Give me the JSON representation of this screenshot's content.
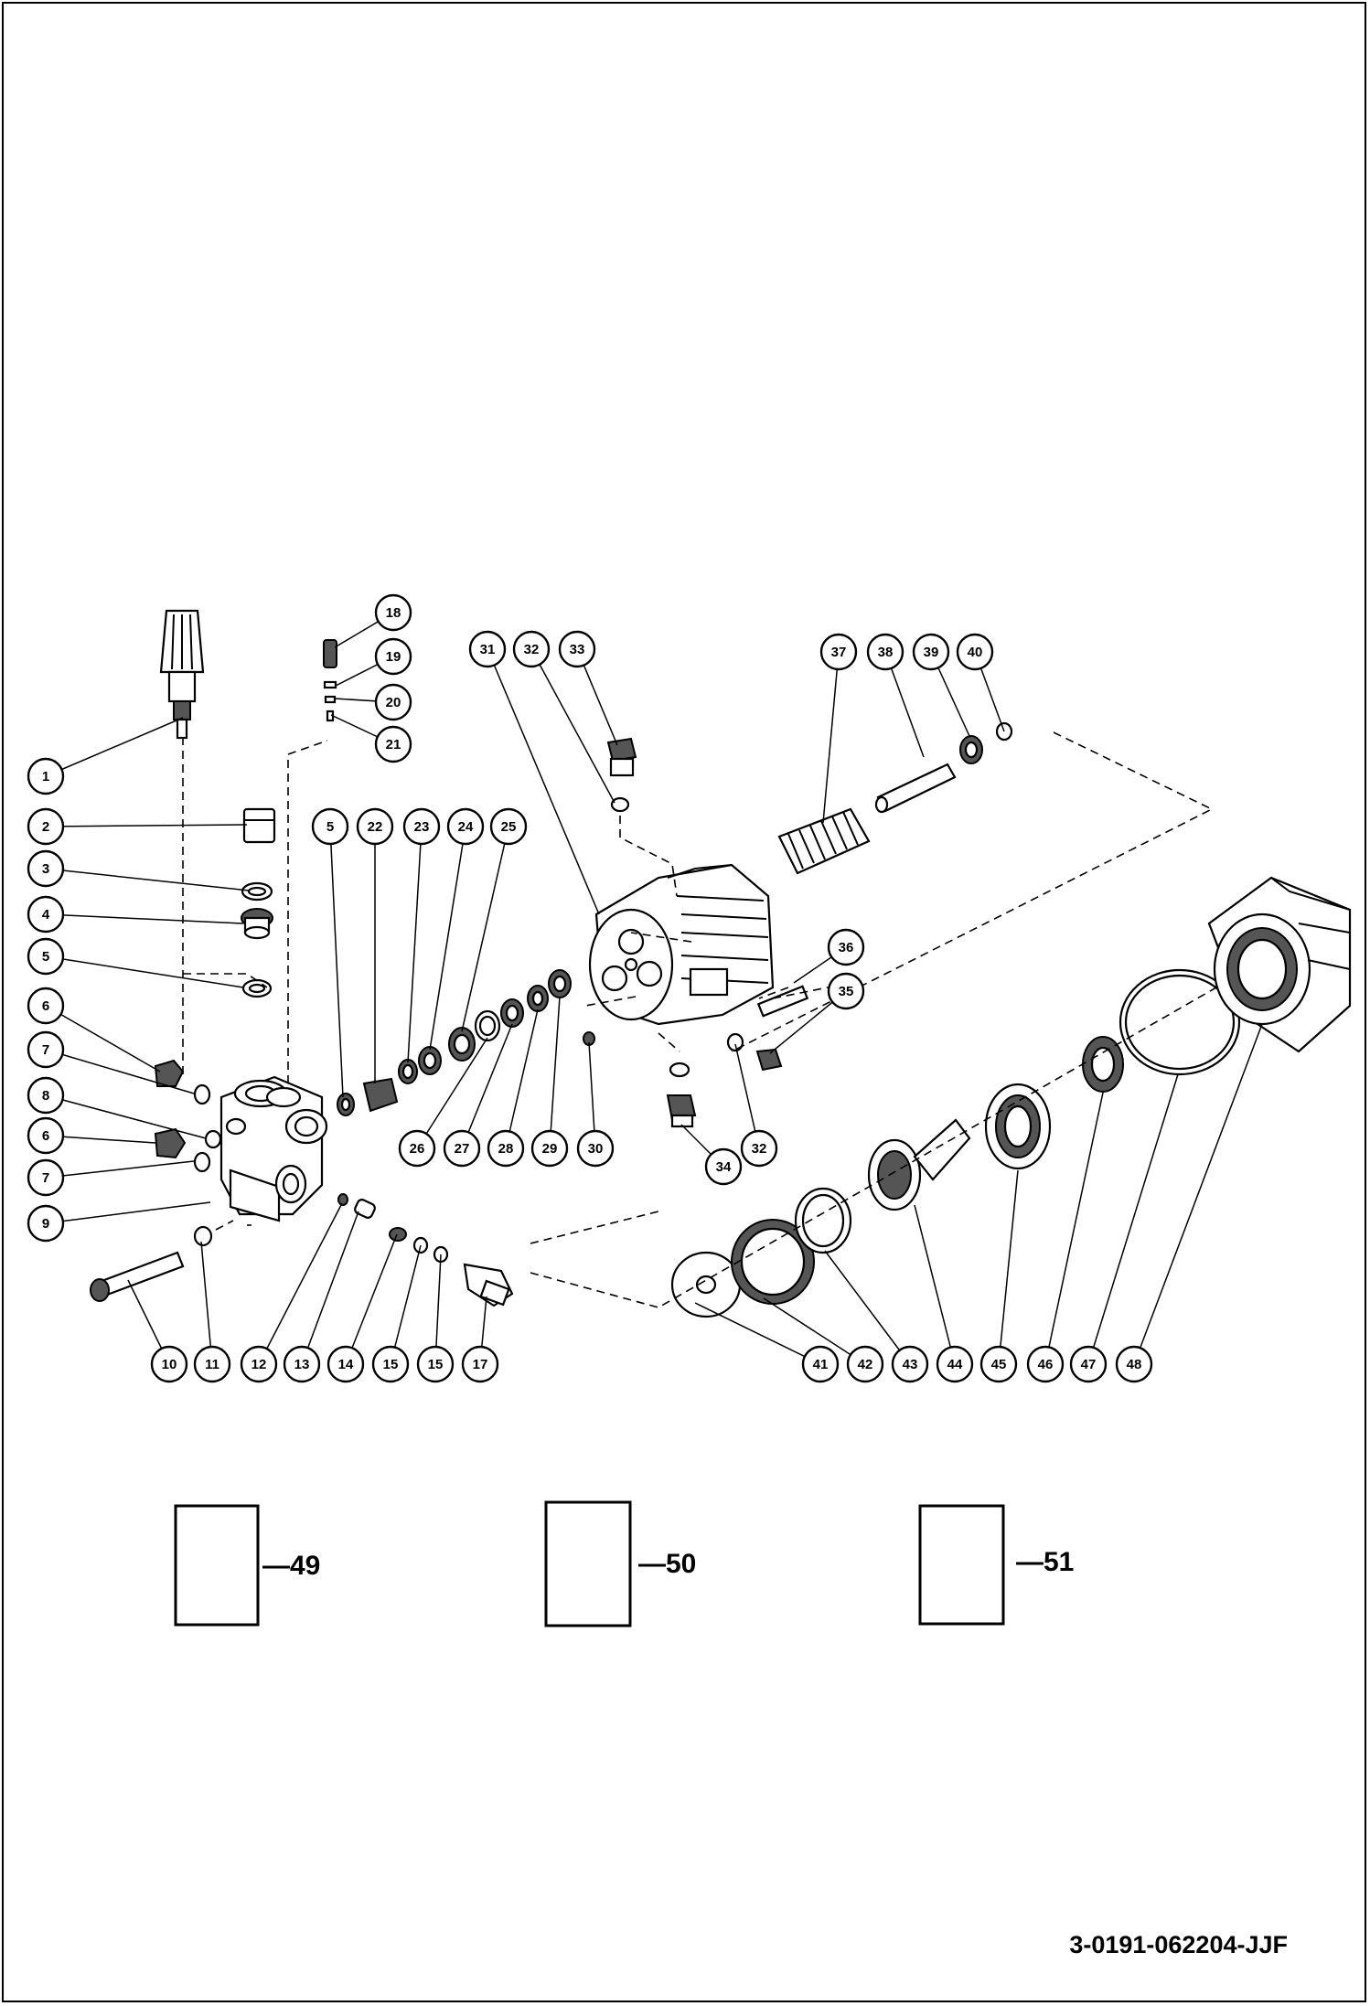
{
  "callouts": [
    "1",
    "2",
    "3",
    "4",
    "5",
    "6",
    "7",
    "8",
    "6",
    "7",
    "9",
    "10",
    "11",
    "12",
    "13",
    "14",
    "15",
    "15",
    "17",
    "18",
    "19",
    "20",
    "21",
    "5",
    "22",
    "23",
    "24",
    "25",
    "26",
    "27",
    "28",
    "29",
    "30",
    "31",
    "32",
    "33",
    "37",
    "38",
    "39",
    "40",
    "36",
    "35",
    "32",
    "34",
    "41",
    "42",
    "43",
    "44",
    "45",
    "46",
    "47",
    "48"
  ],
  "kits": [
    {
      "label": "—49"
    },
    {
      "label": "—50"
    },
    {
      "label": "—51"
    }
  ],
  "drawing_code": "3-0191-062204-JJF"
}
